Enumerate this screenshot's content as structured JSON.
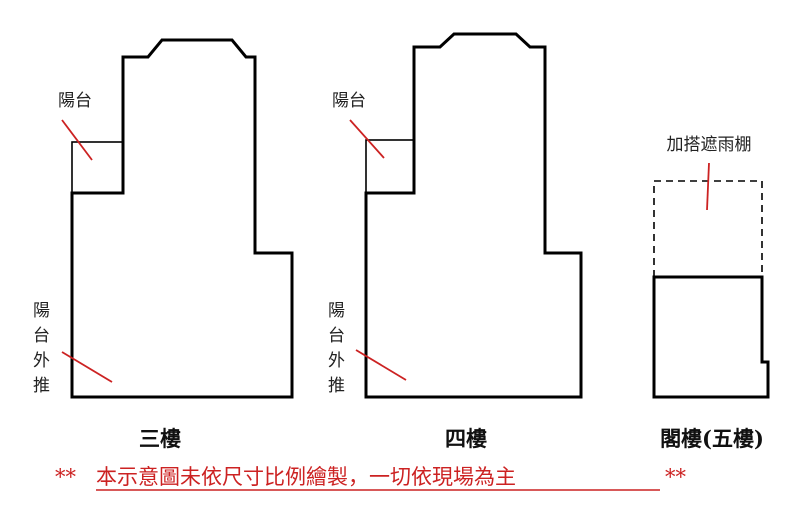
{
  "plans": [
    {
      "floor_label": "三樓",
      "balcony_label": "陽台",
      "extension_label": [
        "陽",
        "台",
        "外",
        "推"
      ]
    },
    {
      "floor_label": "四樓",
      "balcony_label": "陽台",
      "extension_label": [
        "陽",
        "台",
        "外",
        "推"
      ]
    },
    {
      "floor_label": "閣樓(五樓)",
      "canopy_label": "加搭遮雨棚"
    }
  ],
  "note": {
    "prefix": "**",
    "text": "本示意圖未依尺寸比例繪製，一切依現場為主",
    "suffix": "**"
  },
  "colors": {
    "outline": "#000000",
    "pointer": "#cc2222",
    "note": "#cc2222"
  }
}
